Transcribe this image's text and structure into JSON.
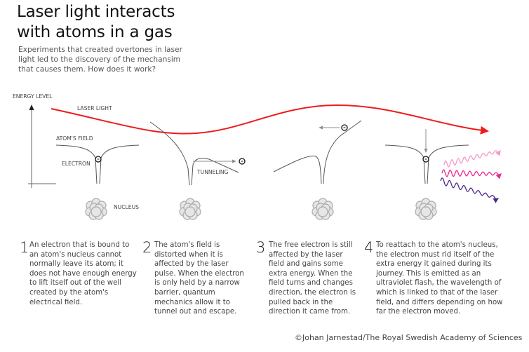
{
  "title_lines": [
    "Laser light interacts",
    "with atoms in a gas"
  ],
  "subtitle_lines": [
    "Experiments that created overtones in laser",
    "light led to the discovery of the mechansim",
    "that causes them. How does it work?"
  ],
  "diagram": {
    "energy_level": "ENERGY LEVEL",
    "laser_light": "LASER LIGHT",
    "atoms_field": "ATOM'S FIELD",
    "electron": "ELECTRON",
    "nucleus": "NUCLEUS",
    "tunneling": "TUNNELING",
    "colors": {
      "laser": "#ee1c1c",
      "wave_light": "#f49ac8",
      "wave_mid": "#ec2a8c",
      "wave_dark": "#4b2a8a",
      "line": "#555555",
      "arrow": "#8a8f8c"
    }
  },
  "steps": [
    {
      "number": "1",
      "lines": [
        "An electron that is bound to",
        "an atom's nucleus cannot",
        "normally leave its atom; it",
        "does not have enough energy",
        "to lift itself out of the well",
        "created by the atom's",
        "electrical field."
      ]
    },
    {
      "number": "2",
      "lines": [
        "The atom's field is",
        "distorted when it is",
        "affected by the laser",
        "pulse. When the electron",
        "is only held by a narrow",
        "barrier, quantum",
        "mechanics allow it to",
        "tunnel out and escape."
      ]
    },
    {
      "number": "3",
      "lines": [
        "The free electron is still",
        "affected by the laser",
        "field and gains some",
        "extra energy. When the",
        "field turns and changes",
        "direction, the electron is",
        "pulled back in the",
        "direction it came from."
      ]
    },
    {
      "number": "4",
      "lines": [
        "To reattach to the atom's nucleus,",
        "the electron must rid itself of the",
        "extra energy it gained during its",
        "journey. This is emitted as an",
        "ultraviolet flash, the wavelength of",
        "which is linked to that of the laser",
        "field, and differs depending on how",
        "far the electron moved."
      ]
    }
  ],
  "credit": "©Johan Jarnestad/The Royal Swedish Academy of Sciences"
}
